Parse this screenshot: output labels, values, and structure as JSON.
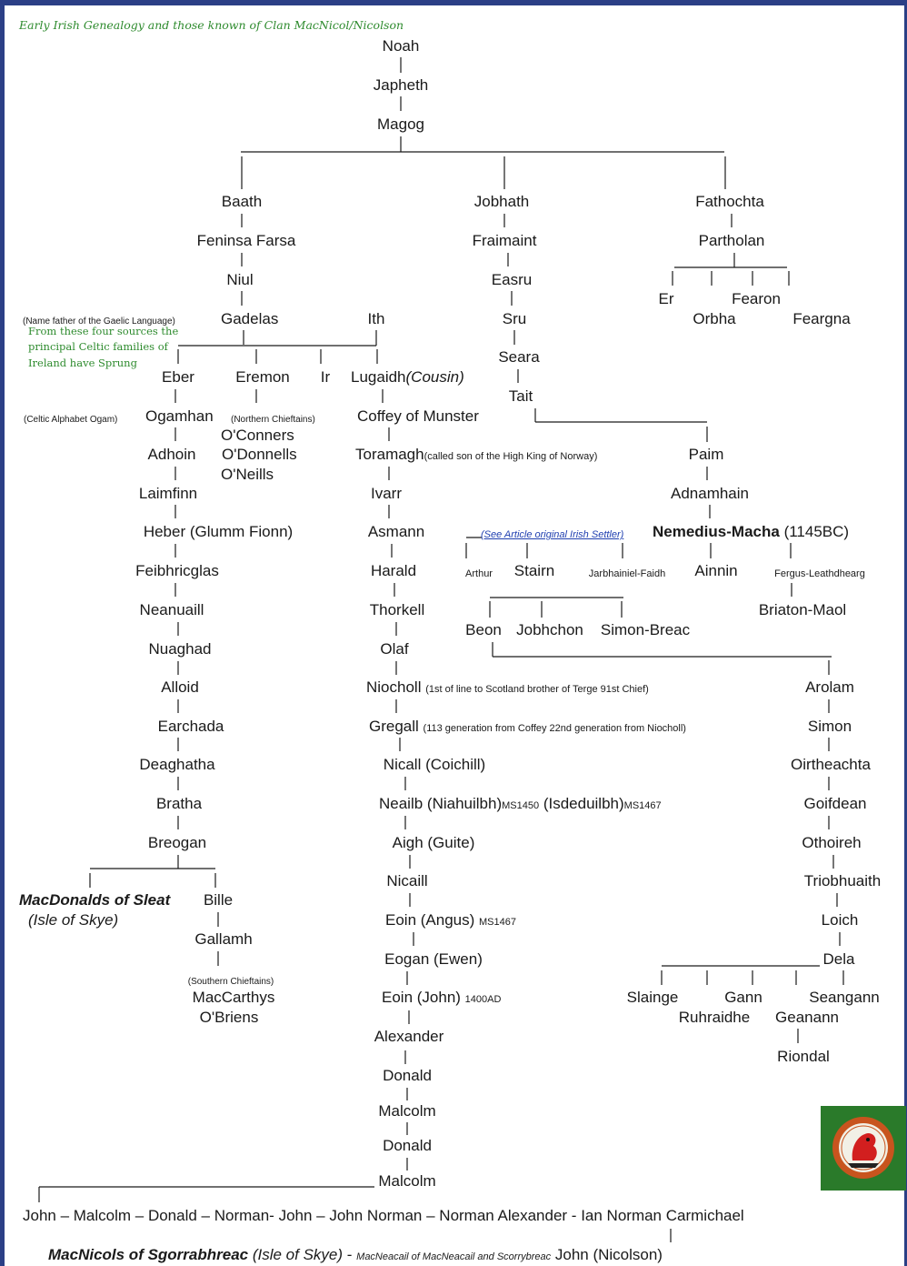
{
  "title": "Early Irish Genealogy and those known of Clan MacNicol/Nicolson",
  "notes": {
    "gaelic_language": "(Name father of the Gaelic Language)",
    "four_sources": [
      "From these four sources the",
      "principal Celtic families of",
      "Ireland have Sprung"
    ],
    "celtic_alphabet": "(Celtic Alphabet Ogam)",
    "northern_chieftains": "(Northern Chieftains)",
    "southern_chieftains": "(Southern Chieftains)",
    "see_article": "(See Article original Irish Settler)",
    "nemedius_date": "(1145BC)",
    "toramagh_note": "(called son of the High King of Norway)",
    "niocholl_note": "(1st of line to Scotland brother of Terge 91st Chief)",
    "gregall_note": "(113 generation from Coffey 22nd generation from Niocholl)",
    "ms1450": "MS1450",
    "ms1467": "MS1467",
    "ms1467b": "MS1467",
    "ad1400": "1400AD"
  },
  "names": {
    "noah": "Noah",
    "japheth": "Japheth",
    "magog": "Magog",
    "baath": "Baath",
    "feninsa": "Feninsa Farsa",
    "niul": "Niul",
    "gadelas": "Gadelas",
    "ith": "Ith",
    "eber": "Eber",
    "eremon": "Eremon",
    "ir": "Ir",
    "lugaidh": "Lugaidh",
    "cousin": "(Cousin)",
    "ogamhan": "Ogamhan",
    "adhoin": "Adhoin",
    "laimfinn": "Laimfinn",
    "heber": "Heber (Glumm Fionn)",
    "feibhricglas": "Feibhricglas",
    "neanuaill": "Neanuaill",
    "nuaghad": "Nuaghad",
    "alloid": "Alloid",
    "earchada": "Earchada",
    "deaghatha": "Deaghatha",
    "bratha": "Bratha",
    "breogan": "Breogan",
    "macdonalds": "MacDonalds of Sleat",
    "isle_skye": "(Isle of Skye)",
    "bille": "Bille",
    "gallamh": "Gallamh",
    "maccarthys": "MacCarthys",
    "obriens": "O'Briens",
    "oconners": "O'Conners",
    "odonnells": "O'Donnells",
    "oneills": "O'Neills",
    "coffey": "Coffey of Munster",
    "toramagh": "Toramagh",
    "ivarr": "Ivarr",
    "asmann": "Asmann",
    "harald": "Harald",
    "thorkell": "Thorkell",
    "olaf": "Olaf",
    "niocholl": "Niocholl",
    "gregall": "Gregall",
    "nicall": "Nicall (Coichill)",
    "neailb": "Neailb (Niahuilbh)",
    "isdeduilbh": " (Isdeduilbh)",
    "aigh": "Aigh (Guite)",
    "nicaill": "Nicaill",
    "eoin_angus": "Eoin (Angus) ",
    "eogan": "Eogan (Ewen)",
    "eoin_john": "Eoin (John) ",
    "alexander": "Alexander",
    "donald1": "Donald",
    "malcolm1": "Malcolm",
    "donald2": "Donald",
    "malcolm2": "Malcolm",
    "jobhath": "Jobhath",
    "fraimaint": "Fraimaint",
    "easru": "Easru",
    "sru": "Sru",
    "seara": "Seara",
    "tait": "Tait",
    "paim": "Paim",
    "adnamhain": "Adnamhain",
    "nemedius": "Nemedius-Macha",
    "arthur": "Arthur",
    "stairn": "Stairn",
    "jarbhainiel": "Jarbhainiel-Faidh",
    "ainnin": "Ainnin",
    "fergus": "Fergus-Leathdhearg",
    "briaton": "Briaton-Maol",
    "beon": "Beon",
    "jobhchon": "Jobhchon",
    "simon_breac": "Simon-Breac",
    "fathochta": "Fathochta",
    "partholan": "Partholan",
    "er": "Er",
    "orbha": "Orbha",
    "fearon": "Fearon",
    "feargna": "Feargna",
    "arolam": "Arolam",
    "simon": "Simon",
    "oirtheachta": "Oirtheachta",
    "goifdean": "Goifdean",
    "othoireh": "Othoireh",
    "triobhuaith": "Triobhuaith",
    "loich": "Loich",
    "dela": "Dela",
    "slainge": "Slainge",
    "ruhraidhe": "Ruhraidhe",
    "gann": "Gann",
    "geanann": "Geanann",
    "seangann": "Seangann",
    "riondal": "Riondal"
  },
  "bottom": {
    "line": "John – Malcolm – Donald – Norman- John – John Norman – Norman Alexander - Ian Norman Carmichael",
    "sgorrabhreac": "MacNicols of Sgorrabhreac",
    "isle_skye": " (Isle of Skye)",
    "dash": " - ",
    "macneacail": "MacNeacail of MacNeacail and Scorrybreac",
    "john_nicolson": " John (Nicolson)"
  },
  "colors": {
    "frame": "#2b3f86",
    "green": "#2e8b2e",
    "link": "#1f3fb0",
    "badge_bg": "#2a7a2a",
    "badge_ring": "#c8541e"
  },
  "icons": {
    "badge": "clan-crest-badge"
  }
}
